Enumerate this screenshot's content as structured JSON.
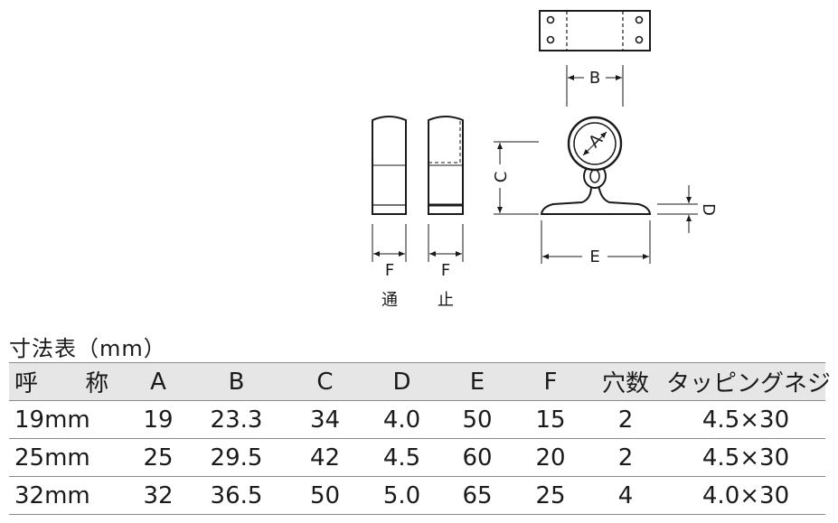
{
  "drawing": {
    "labels": {
      "A": "A",
      "B": "B",
      "C": "C",
      "D": "D",
      "E": "E",
      "F_left": "F",
      "F_right": "F",
      "through": "通",
      "stop": "止"
    }
  },
  "table": {
    "title": "寸法表（mm）",
    "headers": [
      "呼 称",
      "A",
      "B",
      "C",
      "D",
      "E",
      "F",
      "穴数",
      "タッピングネジ"
    ],
    "rows": [
      [
        "19mm",
        "19",
        "23.3",
        "34",
        "4.0",
        "50",
        "15",
        "2",
        "4.5×30"
      ],
      [
        "25mm",
        "25",
        "29.5",
        "42",
        "4.5",
        "60",
        "20",
        "2",
        "4.5×30"
      ],
      [
        "32mm",
        "32",
        "36.5",
        "50",
        "5.0",
        "65",
        "25",
        "4",
        "4.0×30"
      ]
    ]
  }
}
